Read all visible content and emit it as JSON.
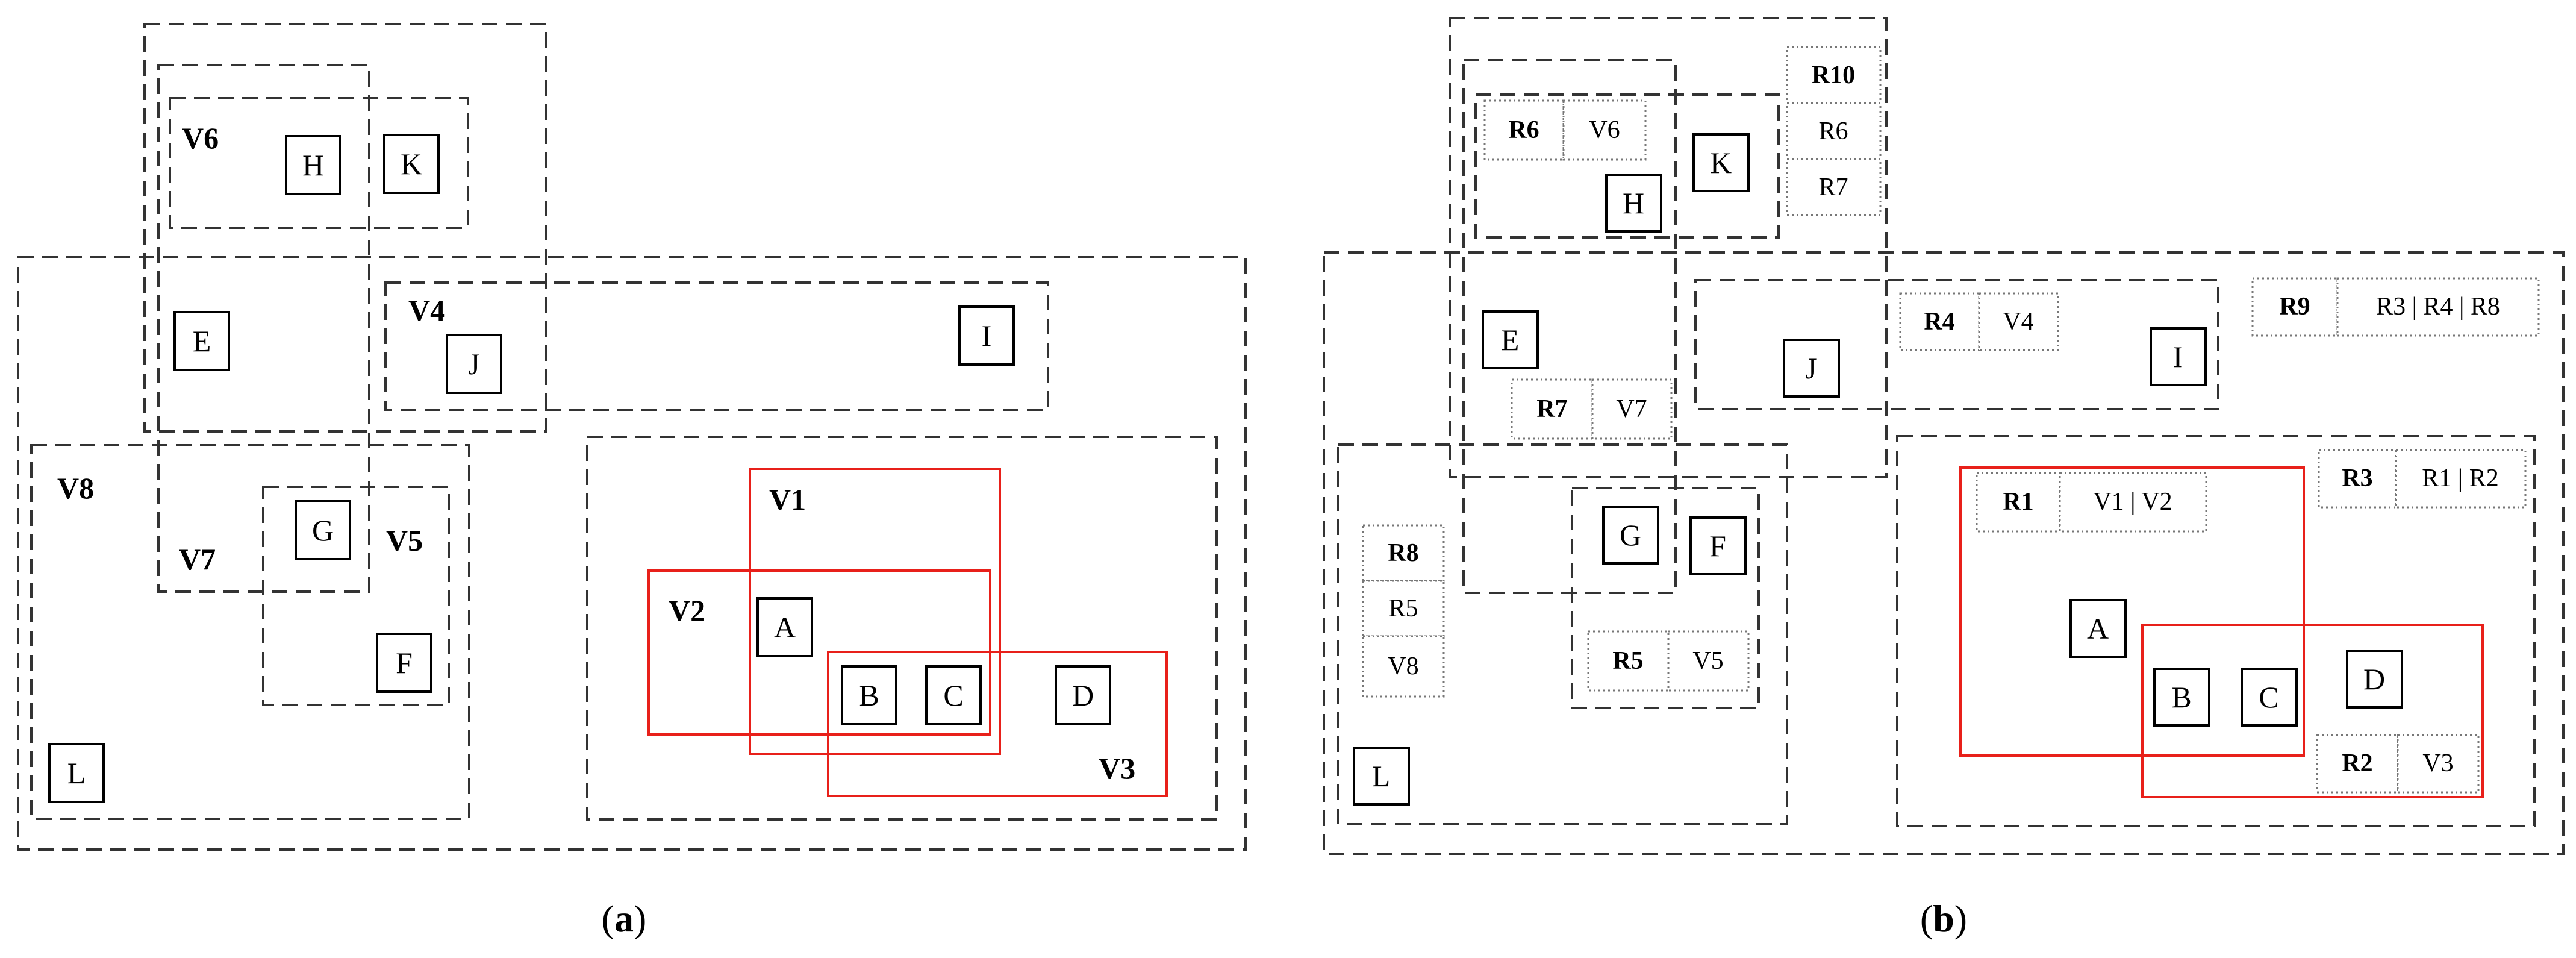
{
  "panel_a": {
    "caption": "(a)",
    "caption_bold": "a",
    "nodes": [
      "H",
      "K",
      "E",
      "J",
      "I",
      "G",
      "F",
      "L",
      "A",
      "B",
      "C",
      "D"
    ],
    "region_labels": [
      "V6",
      "V4",
      "V8",
      "V7",
      "V5",
      "V1",
      "V2",
      "V3"
    ]
  },
  "panel_b": {
    "caption": "(b)",
    "caption_bold": "b",
    "nodes": [
      "K",
      "H",
      "E",
      "J",
      "I",
      "G",
      "F",
      "L",
      "A",
      "B",
      "C",
      "D"
    ],
    "entries": {
      "r10_stack": [
        "R10",
        "R6",
        "R7"
      ],
      "r6": [
        "R6",
        "V6"
      ],
      "r7": [
        "R7",
        "V7"
      ],
      "r4": [
        "R4",
        "V4"
      ],
      "r9": [
        "R9",
        "R3 | R4 | R8"
      ],
      "r8_stack": [
        "R8",
        "R5",
        "V8"
      ],
      "r5": [
        "R5",
        "V5"
      ],
      "r1": [
        "R1",
        "V1 | V2"
      ],
      "r3": [
        "R3",
        "R1 | R2"
      ],
      "r2": [
        "R2",
        "V3"
      ]
    }
  },
  "colors": {
    "dashed_region": "#333333",
    "highlight_region": "#e8201a",
    "node_border": "#000000",
    "entry_border": "#777777"
  }
}
